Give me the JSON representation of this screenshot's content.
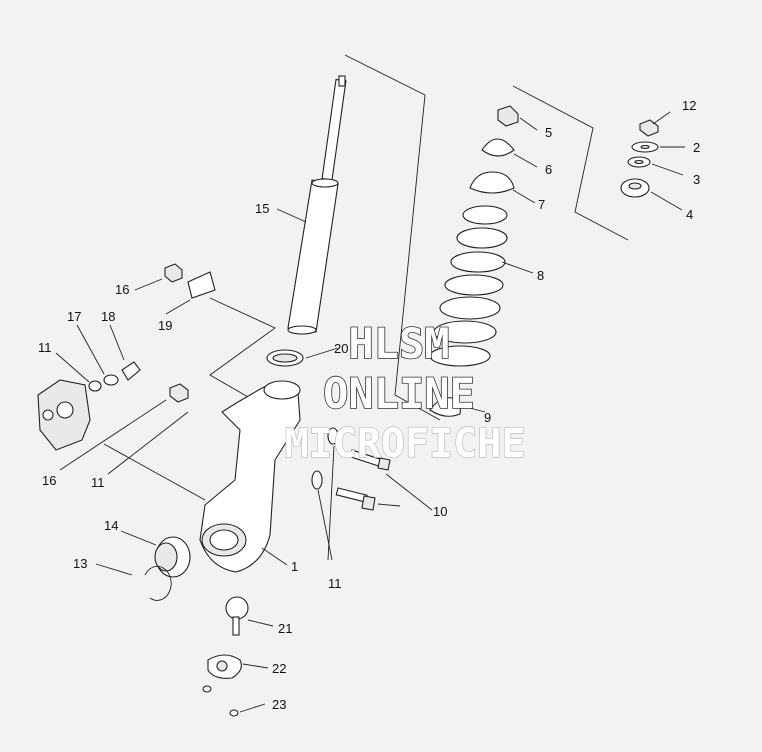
{
  "watermark": {
    "line1": "HLSM",
    "line2": "ONLINE",
    "line3": "MICROFICHE"
  },
  "callouts": {
    "c1": "1",
    "c2": "2",
    "c3": "3",
    "c4": "4",
    "c5": "5",
    "c6": "6",
    "c7": "7",
    "c8": "8",
    "c9": "9",
    "c10": "10",
    "c11a": "11",
    "c11b": "11",
    "c11c": "11",
    "c12": "12",
    "c13": "13",
    "c14": "14",
    "c15": "15",
    "c16a": "16",
    "c16b": "16",
    "c17": "17",
    "c18": "18",
    "c19": "19",
    "c20": "20",
    "c21": "21",
    "c22": "22",
    "c23": "23"
  }
}
